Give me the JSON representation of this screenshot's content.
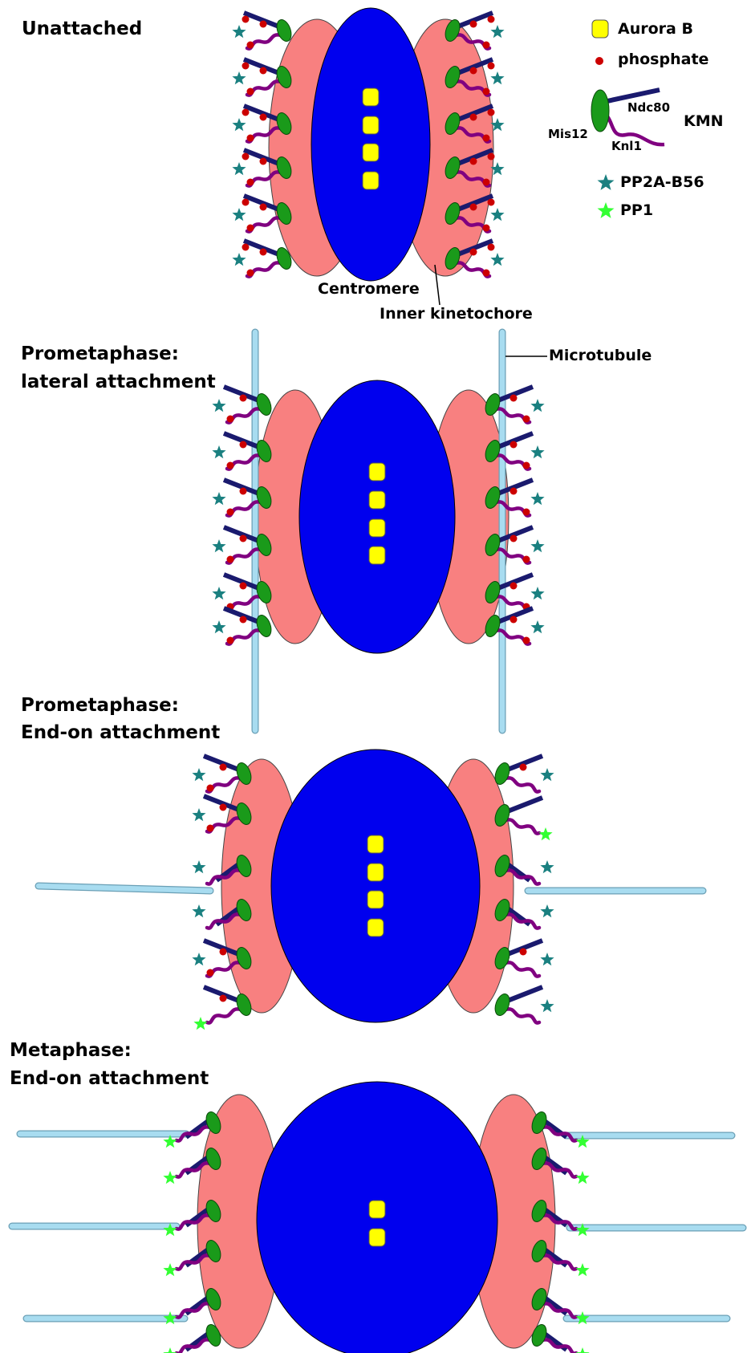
{
  "stages": {
    "unattached": {
      "title": "Unattached"
    },
    "lateral": {
      "title_line1": "Prometaphase:",
      "title_line2": "lateral attachment"
    },
    "endon": {
      "title_line1": "Prometaphase:",
      "title_line2": "End-on attachment"
    },
    "metaphase": {
      "title_line1": "Metaphase:",
      "title_line2": "End-on attachment"
    }
  },
  "labels": {
    "centromere": "Centromere",
    "inner_kinetochore": "Inner kinetochore",
    "microtubule": "Microtubule"
  },
  "legend": {
    "aurora_b": "Aurora B",
    "phosphate": "phosphate",
    "ndc80": "Ndc80",
    "kmn": "KMN",
    "mis12": "Mis12",
    "knl1": "Knl1",
    "pp2a": "PP2A-B56",
    "pp1": "PP1"
  },
  "colors": {
    "centromere": "#0000ee",
    "inner_kinetochore": "#f88080",
    "aurora_b": "#ffff00",
    "phosphate": "#cc0000",
    "ndc80": "#1a1a6e",
    "mis12": "#1a9a1a",
    "knl1": "#800080",
    "pp2a": "#1a8080",
    "pp1": "#33ff33",
    "microtubule": "#a8dcf0"
  }
}
